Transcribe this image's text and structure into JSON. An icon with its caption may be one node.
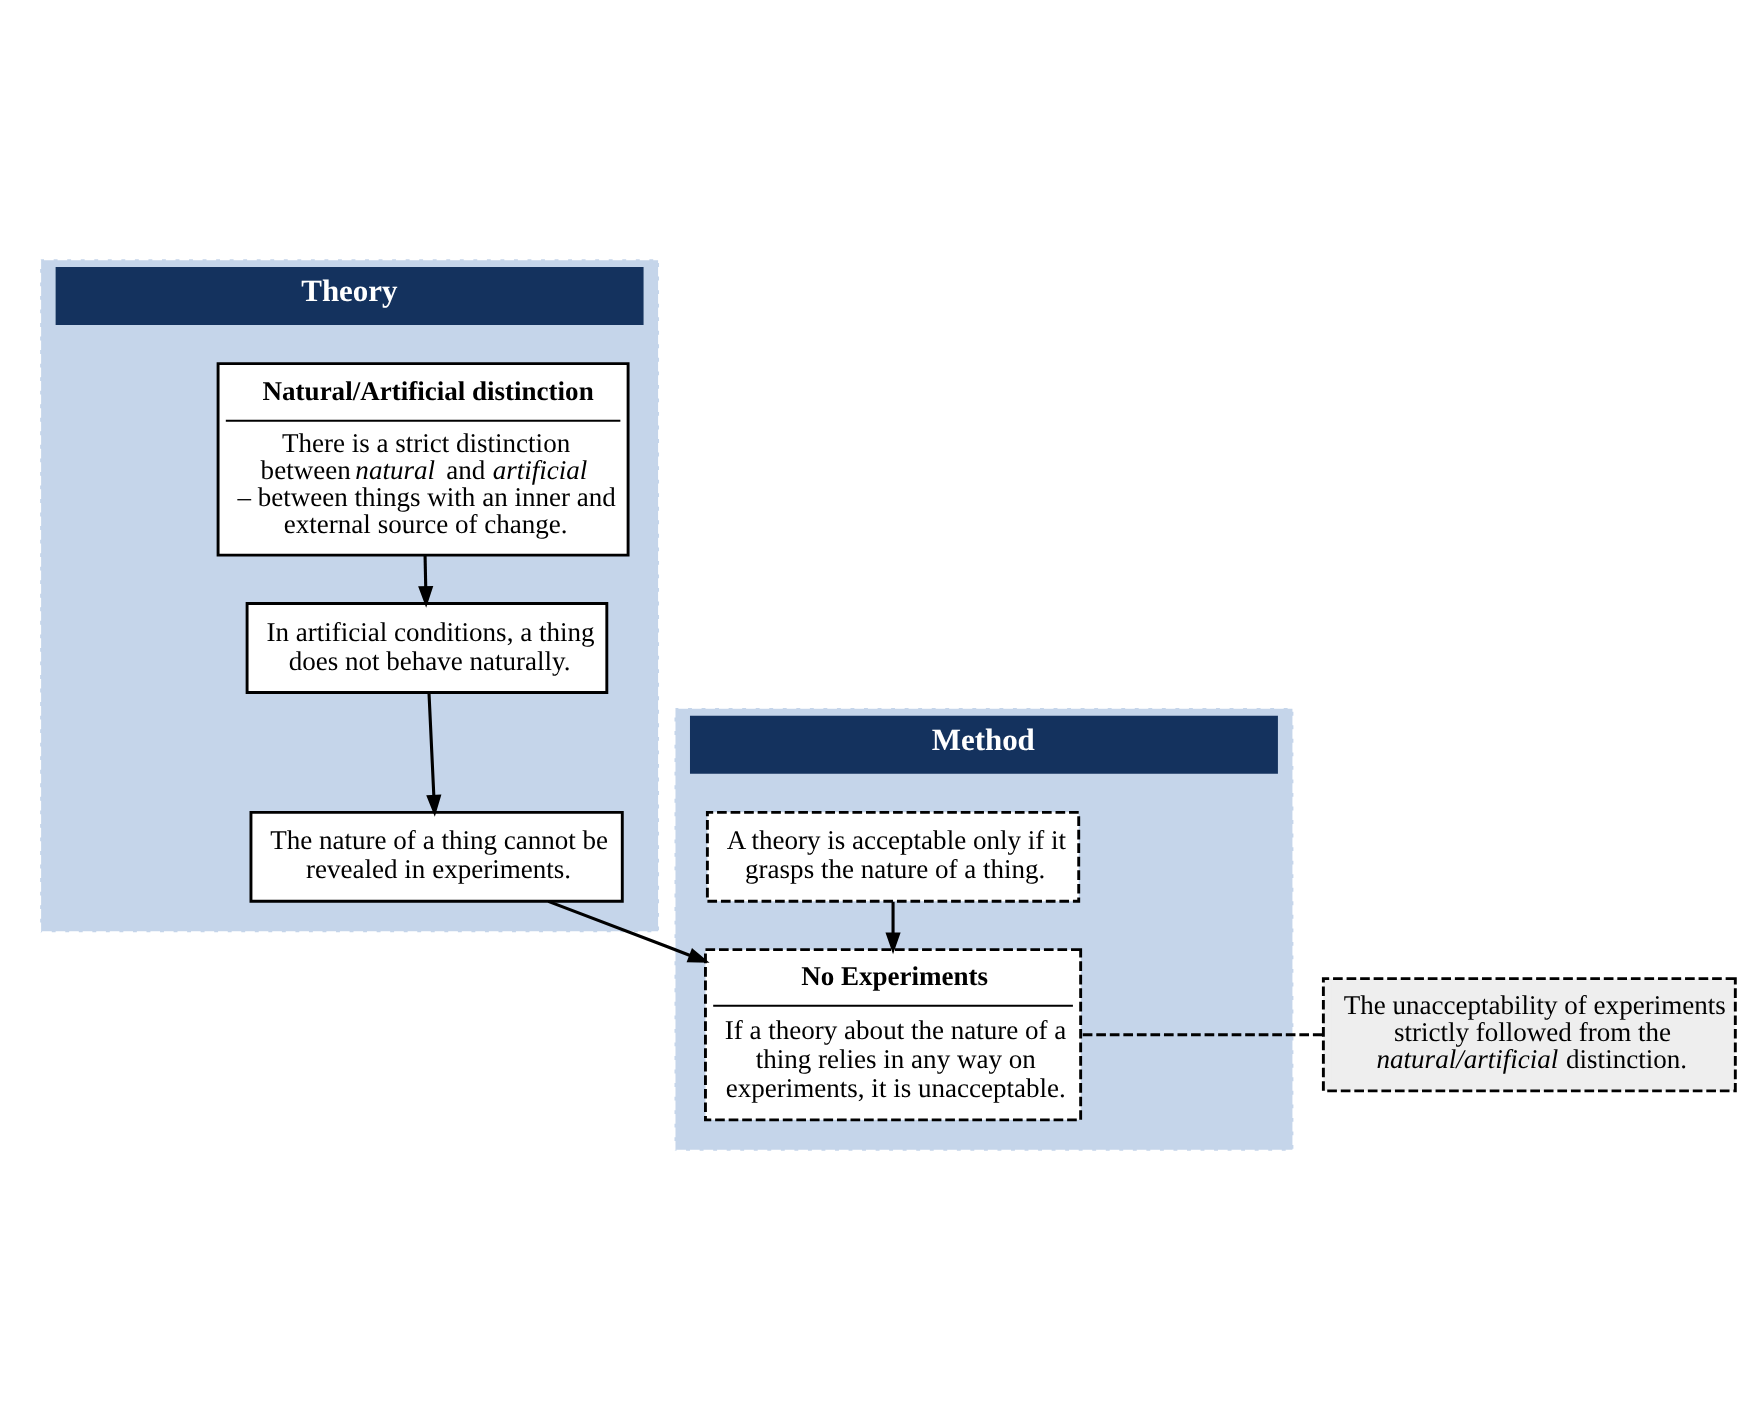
{
  "diagram": {
    "nodes": [
      {
        "text": [
          "Theory"
        ]
      },
      {
        "text": [
          "Method"
        ]
      },
      {
        "text": [
          "Natural/Artificial distinction",
          "There is a strict distinction between *natural* and *artificial* – between things with an inner and external source of change."
        ],
        "in": 0
      },
      {
        "text": [
          "In artificial conditions, a thing does not behave naturally."
        ],
        "in": 0
      },
      {
        "text": [
          "The nature of a thing cannot be revealed in experiments."
        ],
        "in": 0
      },
      {
        "text": [
          "A theory is acceptable only if it grasps the nature of a thing."
        ],
        "in": 1
      },
      {
        "text": [
          "No Experiments",
          "If a theory about the nature of a thing relies in any way on experiments, it is unacceptable."
        ],
        "in": 1
      },
      {
        "text": [
          "The unacceptability of experiments strictly followed from the *natural/artificial* distinction."
        ]
      }
    ],
    "edges": [
      {
        "from": 2,
        "to": 3,
        "arrow": "to"
      },
      {
        "from": 3,
        "to": 4,
        "arrow": "to"
      },
      {
        "from": 5,
        "to": 6,
        "arrow": "to"
      },
      {
        "from": 4,
        "to": 6,
        "arrow": "to"
      },
      {
        "from": 7,
        "to": 6,
        "arrow": "none",
        "style": "dashed"
      }
    ]
  }
}
